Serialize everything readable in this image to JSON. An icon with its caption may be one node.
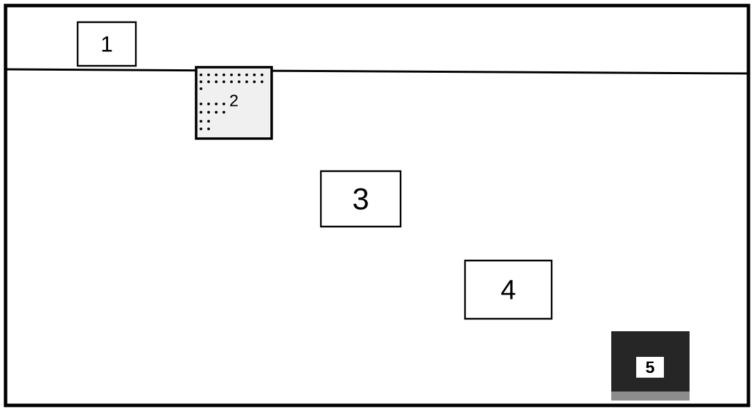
{
  "diagram": {
    "nodes": [
      {
        "text": [
          "1"
        ]
      },
      {
        "text": [
          "2"
        ]
      },
      {
        "text": [
          "3"
        ]
      },
      {
        "text": [
          "4"
        ]
      },
      {
        "text": [
          "5"
        ]
      }
    ]
  }
}
